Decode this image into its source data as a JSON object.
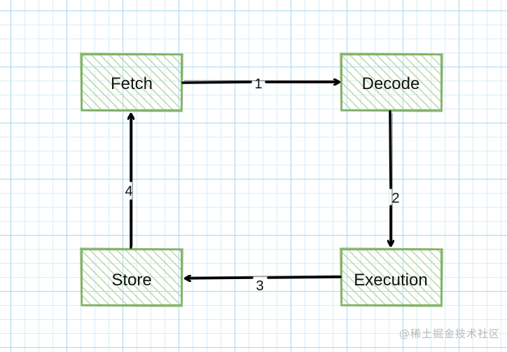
{
  "diagram": {
    "nodes": {
      "fetch": "Fetch",
      "decode": "Decode",
      "execution": "Execution",
      "store": "Store"
    },
    "edges": {
      "fetch_to_decode": "1",
      "decode_to_execution": "2",
      "execution_to_store": "3",
      "store_to_fetch": "4"
    }
  },
  "watermark": "@稀土掘金技术社区",
  "colors": {
    "node_border": "#82b366",
    "node_fill": "#d5e8d4",
    "edge": "#000000",
    "grid_major": "#a9d7f2",
    "grid_minor": "#d7edf8"
  }
}
